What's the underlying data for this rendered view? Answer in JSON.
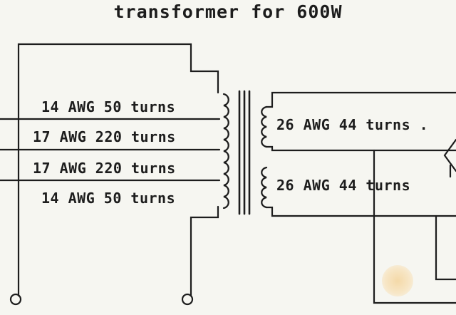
{
  "title": "transformer for 600W",
  "primary_windings": [
    {
      "label": "14 AWG 50 turns"
    },
    {
      "label": "17 AWG 220 turns"
    },
    {
      "label": "17 AWG 220 turns"
    },
    {
      "label": "14 AWG 50 turns"
    }
  ],
  "secondary_windings": [
    {
      "label": "26 AWG 44 turns ."
    },
    {
      "label": "26 AWG 44 turns"
    }
  ],
  "colors": {
    "ink": "#1d1d1d",
    "paper": "#f6f6f1",
    "smudge": "#f4d9a8"
  }
}
